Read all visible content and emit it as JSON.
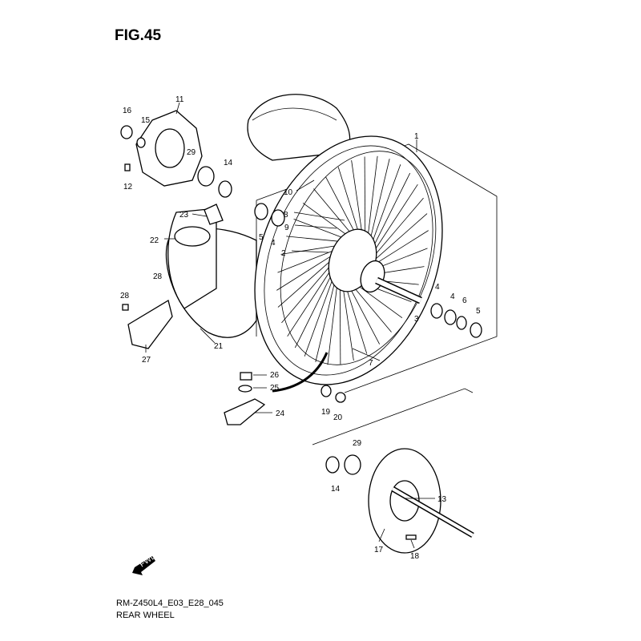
{
  "figure": {
    "title": "FIG.45",
    "model_code": "RM-Z450L4_E03_E28_045",
    "section_title": "REAR WHEEL",
    "fwd_badge": "FWD"
  },
  "callouts": [
    "16",
    "11",
    "15",
    "29",
    "14",
    "12",
    "23",
    "22",
    "28",
    "28",
    "27",
    "21",
    "1",
    "10",
    "8",
    "9",
    "2",
    "5",
    "4",
    "4",
    "4",
    "6",
    "5",
    "3",
    "7",
    "26",
    "25",
    "24",
    "19",
    "20",
    "29",
    "14",
    "13",
    "17",
    "18"
  ]
}
